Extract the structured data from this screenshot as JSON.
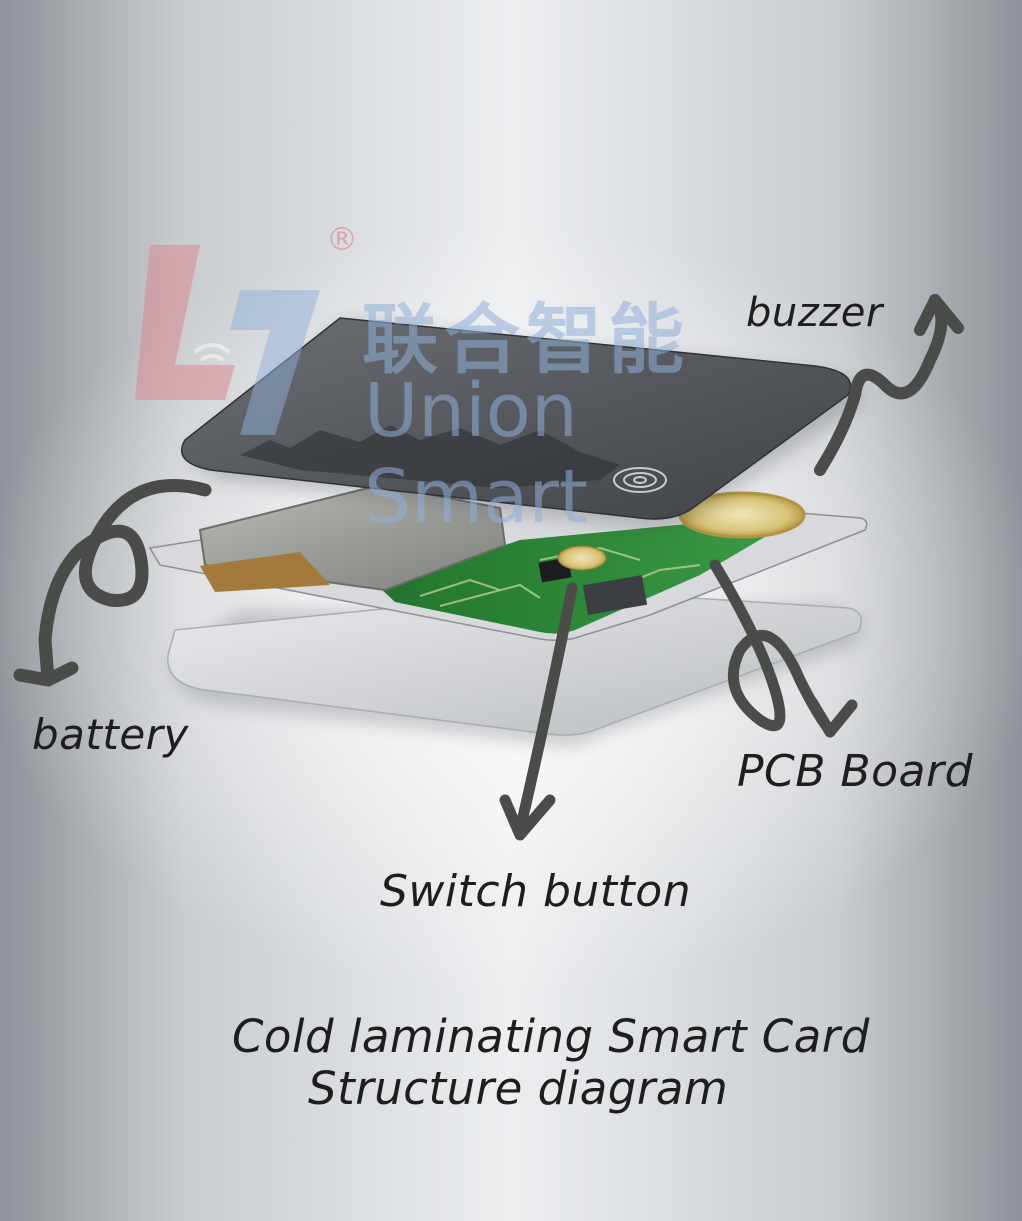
{
  "labels": {
    "buzzer": "buzzer",
    "battery": "battery",
    "pcb_board": "PCB Board",
    "switch_button": "Switch button"
  },
  "caption": {
    "line1": "Cold laminating Smart Card",
    "line2": "Structure diagram"
  },
  "watermark": {
    "chinese": "联合智能",
    "english": "Union Smart",
    "registered_mark": "®"
  },
  "colors": {
    "pcb_green": "#2f8a3a",
    "arrow_gray": "#4a4c4a",
    "logo_red": "#d9848a",
    "logo_blue": "#8fb0d9"
  }
}
